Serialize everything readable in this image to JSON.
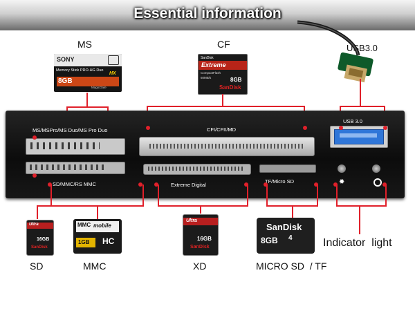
{
  "banner": {
    "title": "Essential information"
  },
  "labels": {
    "ms": "MS",
    "cf": "CF",
    "usb_top": "USB3.0",
    "sd": "SD",
    "mmc": "MMC",
    "xd": "XD",
    "microsd": "MICRO SD  / TF",
    "indicator": "Indicator  light"
  },
  "panel": {
    "ms_slot": "MS/MSPro/MS Duo/MS Pro Duo",
    "cf_slot": "CFI/CFII/MD",
    "usb_slot": "USB 3.0",
    "sd_slot": "SD/MMC/RS MMC",
    "xd_slot": "Extreme Digital",
    "tf_slot": "TF/Micro SD"
  },
  "cards": {
    "ms": {
      "brand": "SONY",
      "line": "Memory Stick PRO-HG Duo",
      "capacity": "8GB",
      "tag": "HX",
      "footer": "MagicGate"
    },
    "cf": {
      "top": "SanDisk",
      "line": "Extreme",
      "sub": "CompactFlash",
      "speed": "60MB/s",
      "capacity": "8GB",
      "brand": "SanDisk"
    },
    "sd": {
      "line": "Ultra",
      "capacity": "16GB",
      "brand": "SanDisk"
    },
    "mmc": {
      "line1": "MMC",
      "line2": "mobile",
      "capacity": "1GB",
      "tag": "HC"
    },
    "xd": {
      "line": "Ultra",
      "capacity": "16GB",
      "brand": "SanDisk"
    },
    "microsd": {
      "brand": "SanDisk",
      "capacity": "8GB",
      "tag": "4"
    }
  },
  "colors": {
    "accent_red": "#e0202a",
    "panel": "#141414",
    "usb_blue": "#2f76d8"
  }
}
